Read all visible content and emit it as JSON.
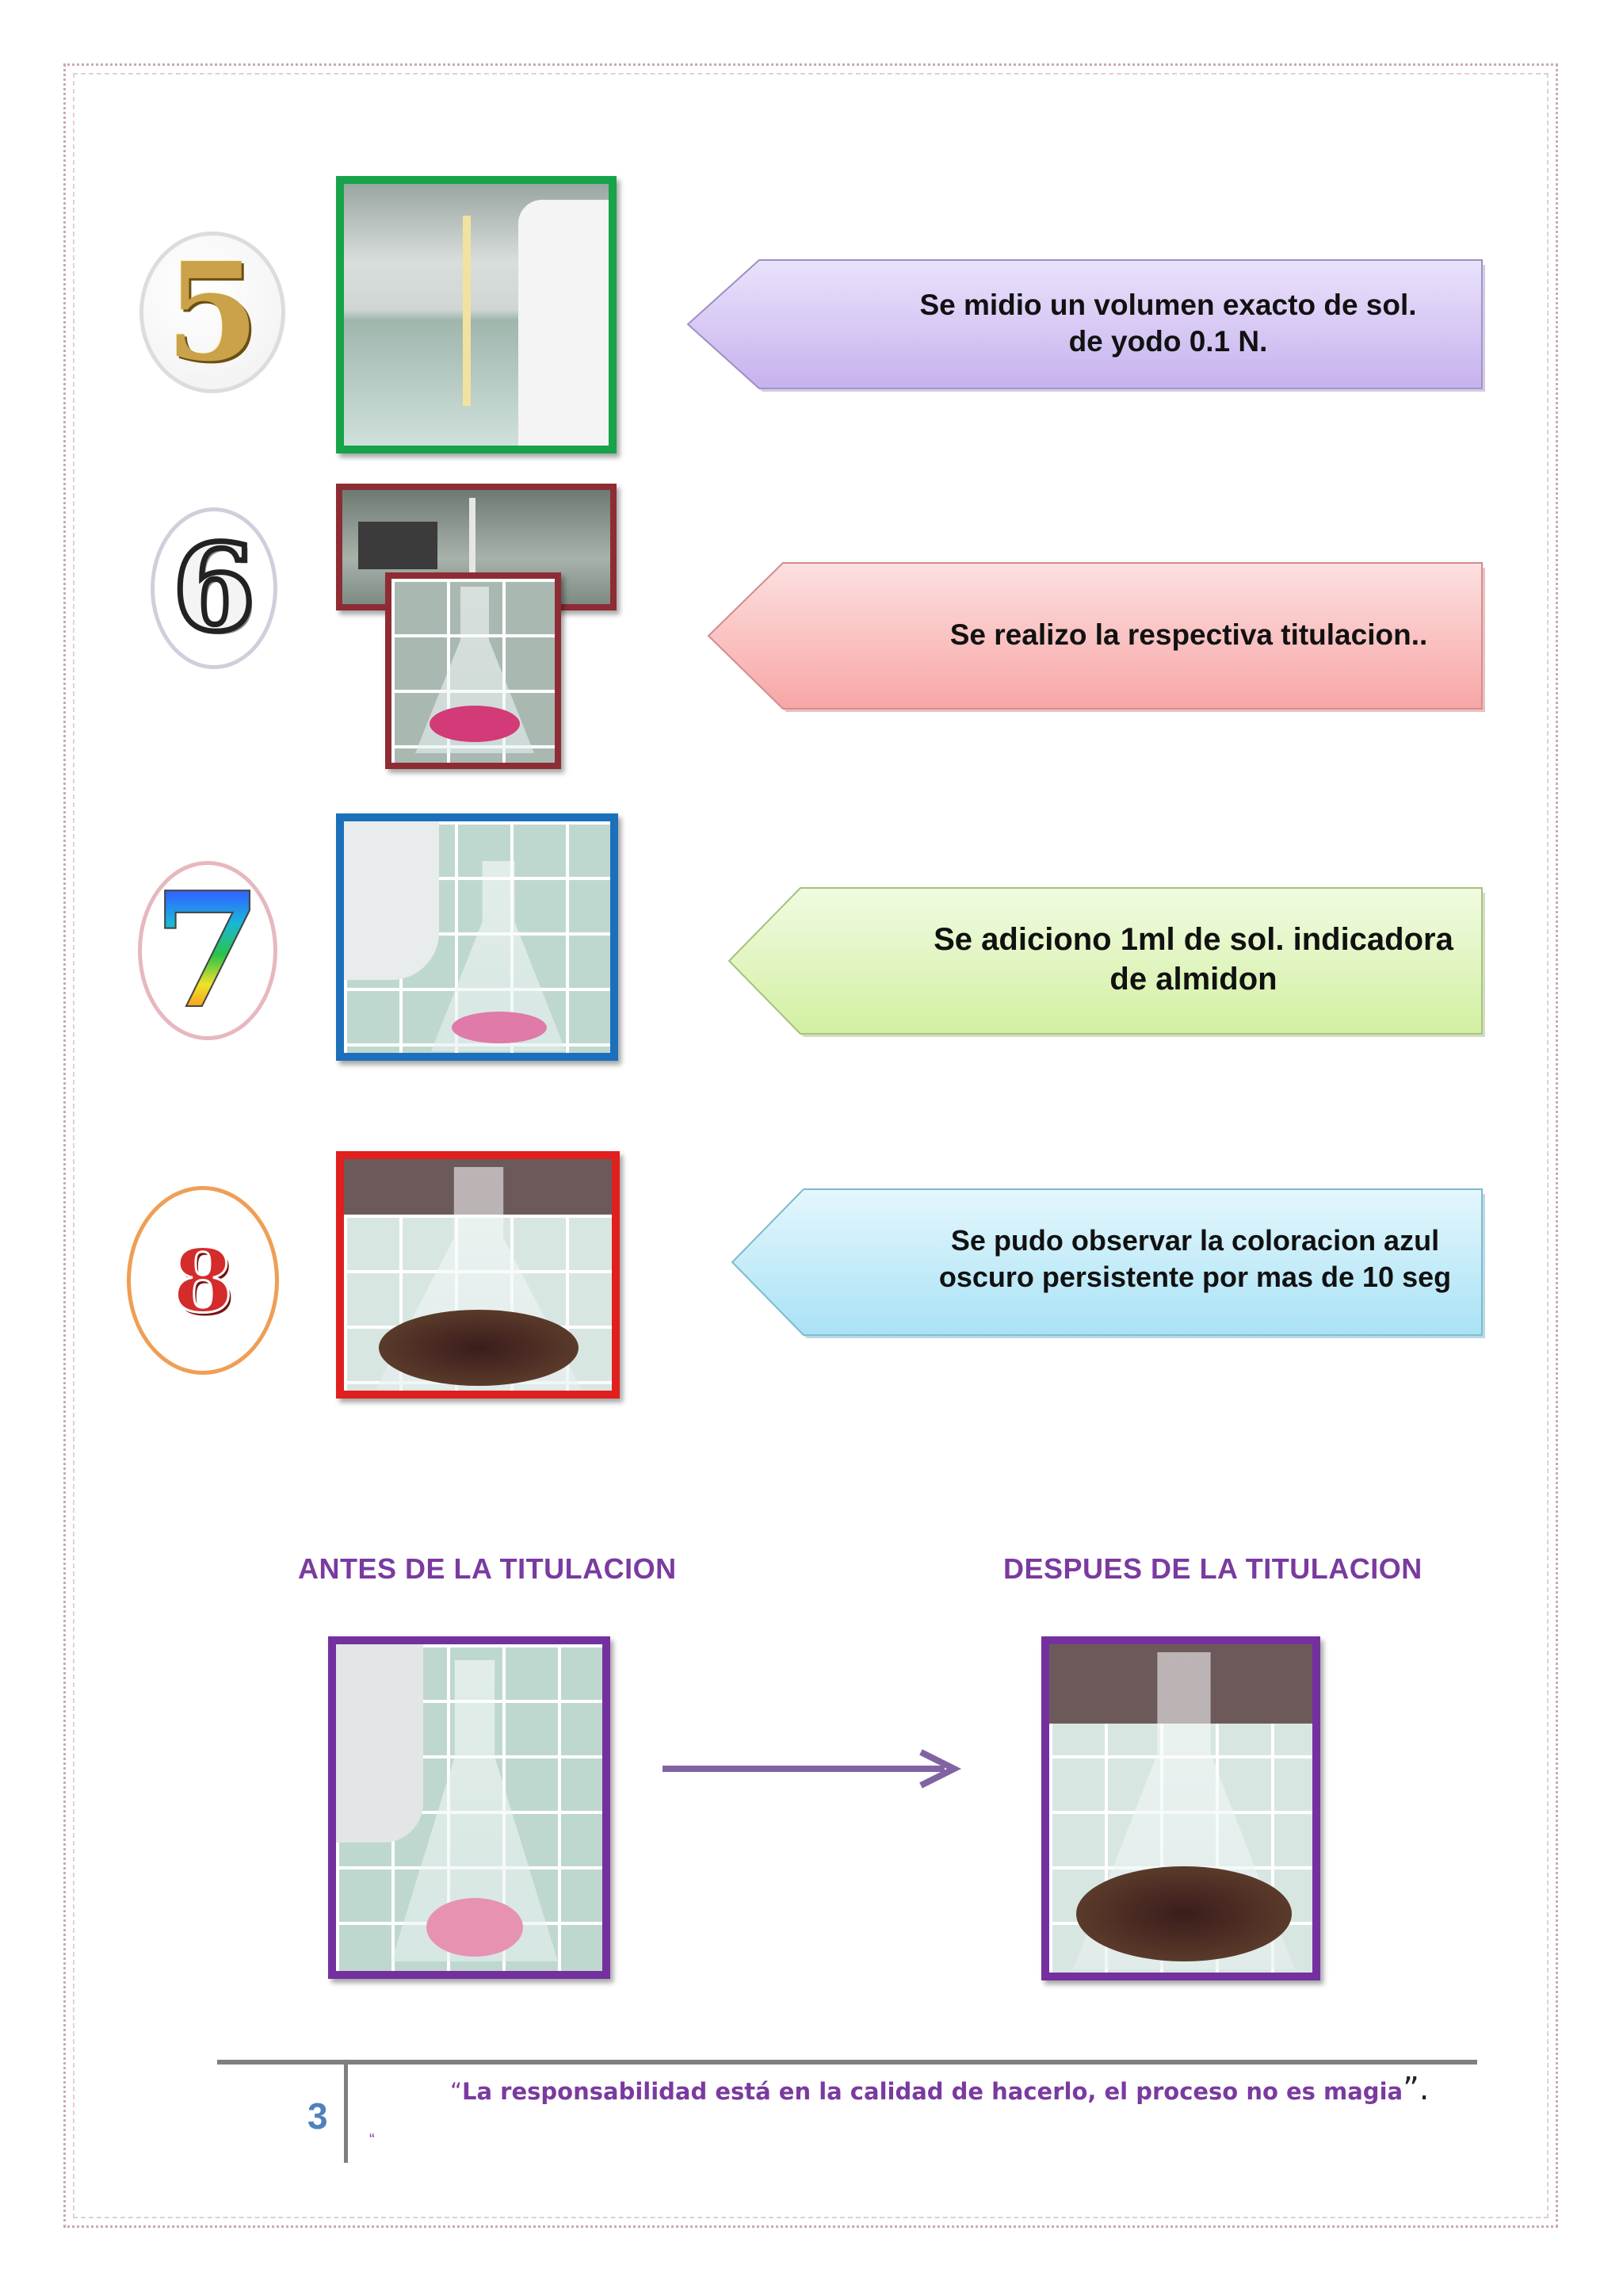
{
  "steps": [
    {
      "number": "5",
      "text": "Se midio un volumen exacto de sol. de yodo 0.1 N."
    },
    {
      "number": "6",
      "text": "Se realizo la respectiva titulacion.."
    },
    {
      "number": "7",
      "text": "Se adiciono 1ml de sol. indicadora de almidon"
    },
    {
      "number": "8",
      "text": "Se pudo observar la coloracion  azul oscuro persistente por mas de 10 seg"
    }
  ],
  "comparison": {
    "before_title": "ANTES DE LA TITULACION",
    "after_title": "DESPUES DE LA TITULACION"
  },
  "footer": {
    "page_number": "3",
    "open_quote": "“",
    "quote": "La responsabilidad está en la calidad de hacerlo, el proceso no es magia",
    "close_quote": "”.",
    "mark": "“"
  },
  "colors": {
    "step5_frame": "#17a34a",
    "step6_frame": "#8e2c34",
    "step7_frame": "#1c6fba",
    "step8_frame": "#e01f1f",
    "comparison_frame": "#7530a0",
    "callout_lavender": "#d6c8f2",
    "callout_pink": "#fbbcbc",
    "callout_lime": "#dff5b8",
    "callout_sky": "#bfeaf7",
    "title_purple": "#7a3aa0",
    "page_number_blue": "#4f81bd"
  }
}
